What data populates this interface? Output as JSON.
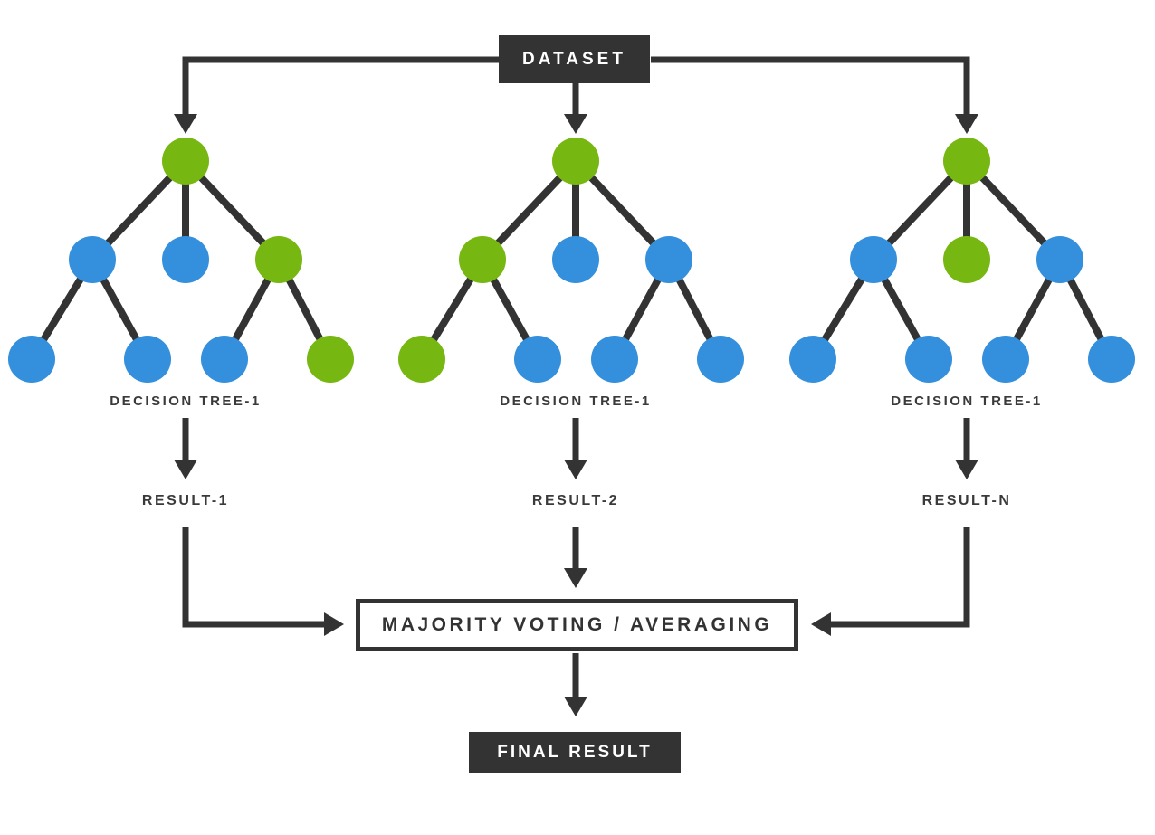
{
  "colors": {
    "green": "#76B712",
    "blue": "#3490DC",
    "dark": "#333333",
    "background": "#ffffff"
  },
  "dataset_label": "DATASET",
  "trees": [
    {
      "label": "DECISION TREE-1",
      "result_label": "RESULT-1",
      "nodes": {
        "root": "green",
        "middle": [
          "blue",
          "blue",
          "green"
        ],
        "leaves": [
          "blue",
          "blue",
          "blue",
          "green"
        ]
      }
    },
    {
      "label": "DECISION TREE-1",
      "result_label": "RESULT-2",
      "nodes": {
        "root": "green",
        "middle": [
          "green",
          "blue",
          "blue"
        ],
        "leaves": [
          "green",
          "blue",
          "blue",
          "blue"
        ]
      }
    },
    {
      "label": "DECISION TREE-1",
      "result_label": "RESULT-N",
      "nodes": {
        "root": "green",
        "middle": [
          "blue",
          "green",
          "blue"
        ],
        "leaves": [
          "blue",
          "blue",
          "blue",
          "blue"
        ]
      }
    }
  ],
  "aggregator_label": "MAJORITY VOTING / AVERAGING",
  "final_label": "FINAL RESULT"
}
